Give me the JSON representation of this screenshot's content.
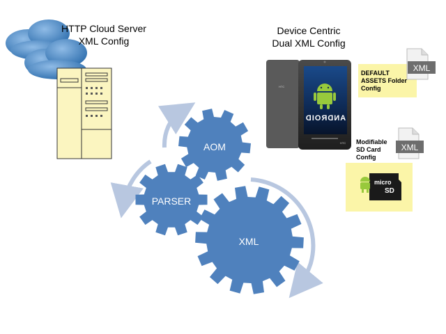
{
  "cloud_server": {
    "title_line1": "HTTP Cloud Server",
    "title_line2": "XML Config"
  },
  "device": {
    "title_line1": "Device Centric",
    "title_line2": "Dual XML Config",
    "brand": "HTC",
    "screen_logo_text": "ANDROID"
  },
  "default_config": {
    "label_line1": "DEFAULT",
    "label_line2": "ASSETS Folder",
    "label_line3": "Config",
    "file_type": "XML"
  },
  "sd_config": {
    "label_line1": "Modifiable",
    "label_line2": "SD Card",
    "label_line3": "Config",
    "file_type": "XML",
    "card_text_top": "micro",
    "card_text_bottom": "SD"
  },
  "gears": {
    "aom": "AOM",
    "parser": "PARSER",
    "xml": "XML"
  },
  "colors": {
    "gear": "#4f81bd",
    "arrow": "#b8c7e0",
    "cloud": "#4a86c2",
    "server_fill": "#fbf5c0",
    "note_fill": "#fbf5a8",
    "file_badge": "#6d6d6d"
  }
}
